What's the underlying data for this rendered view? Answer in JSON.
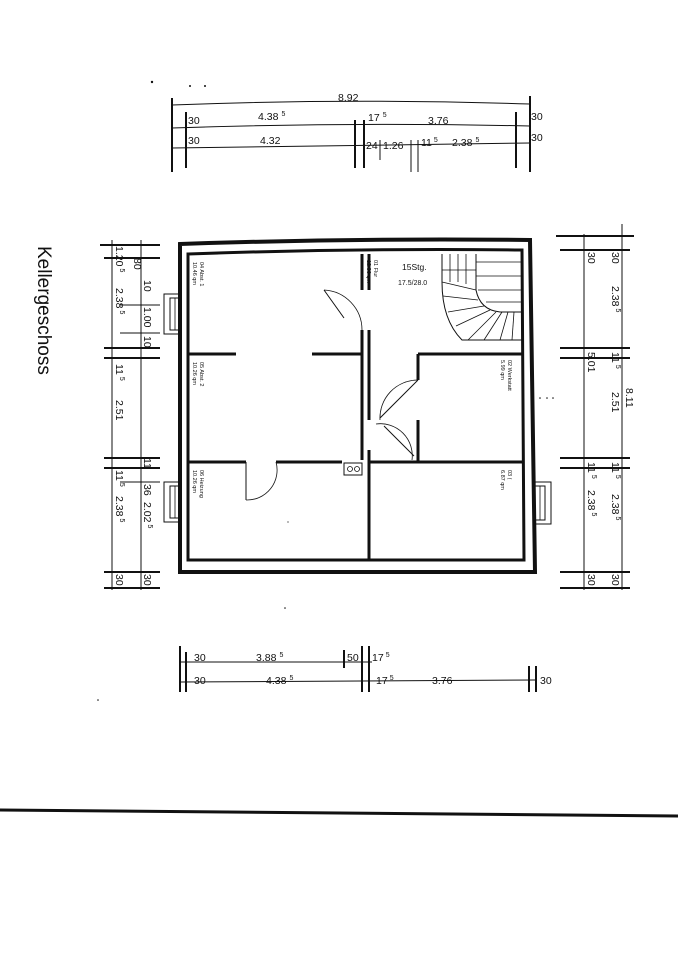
{
  "title": "Kellergeschoss",
  "top_dims": {
    "overall": "8.92",
    "row1": [
      {
        "t": "30"
      },
      {
        "t": "4.38",
        "s": "5"
      },
      {
        "t": "17",
        "s": "5"
      },
      {
        "t": "3.76"
      },
      {
        "t": "30"
      }
    ],
    "row2": [
      {
        "t": "30"
      },
      {
        "t": "4.32"
      },
      {
        "t": "24"
      },
      {
        "t": "1.26"
      },
      {
        "t": "11",
        "s": "5"
      },
      {
        "t": "2.38",
        "s": "5"
      },
      {
        "t": "30"
      }
    ]
  },
  "bottom_dims": {
    "row1": [
      {
        "t": "30"
      },
      {
        "t": "3.88",
        "s": "5"
      },
      {
        "t": "50"
      },
      {
        "t": "17",
        "s": "5"
      }
    ],
    "row2": [
      {
        "t": "30"
      },
      {
        "t": "4.38",
        "s": "5"
      },
      {
        "t": "17",
        "s": "5"
      },
      {
        "t": "3.76"
      },
      {
        "t": "30"
      }
    ]
  },
  "left_dims": {
    "outer": [
      {
        "t": "1.20",
        "s": "5"
      },
      {
        "t": "2.38",
        "s": "5"
      },
      {
        "t": "11",
        "s": "5"
      },
      {
        "t": "2.51"
      },
      {
        "t": "11",
        "s": "5"
      },
      {
        "t": "2.38",
        "s": "5"
      },
      {
        "t": "30"
      }
    ],
    "inner": [
      {
        "t": "80"
      },
      {
        "t": "10"
      },
      {
        "t": "1.00"
      },
      {
        "t": "10"
      },
      {
        "t": "11"
      },
      {
        "t": "36"
      },
      {
        "t": "2.02",
        "s": "5"
      },
      {
        "t": "30"
      }
    ]
  },
  "right_dims": {
    "overall": "8.11",
    "inner": [
      {
        "t": "30"
      },
      {
        "t": "5.01"
      },
      {
        "t": "11",
        "s": "5"
      },
      {
        "t": "2.38",
        "s": "5"
      },
      {
        "t": "30"
      }
    ],
    "outer": [
      {
        "t": "30"
      },
      {
        "t": "2.38",
        "s": "5"
      },
      {
        "t": "11",
        "s": "5"
      },
      {
        "t": "2.51"
      },
      {
        "t": "11",
        "s": "5"
      },
      {
        "t": "2.38",
        "s": "5"
      },
      {
        "t": "30"
      }
    ]
  },
  "rooms": {
    "r04": {
      "name": "04 Abst. 1",
      "area": "10.46 qm"
    },
    "r05": {
      "name": "05 Abst. 2",
      "area": "10.26 qm"
    },
    "r06": {
      "name": "06 Heizung",
      "area": "10.26 qm"
    },
    "r01": {
      "name": "01 Flur",
      "area": "12.36 qm"
    },
    "r02": {
      "name": "02 Werkstatt",
      "area": "5.99 qm"
    },
    "r03": {
      "name": "03 (",
      "area": "6.87 qm"
    }
  },
  "stairs": {
    "steps": "15Stg.",
    "ratio": "17.5/28.0"
  }
}
